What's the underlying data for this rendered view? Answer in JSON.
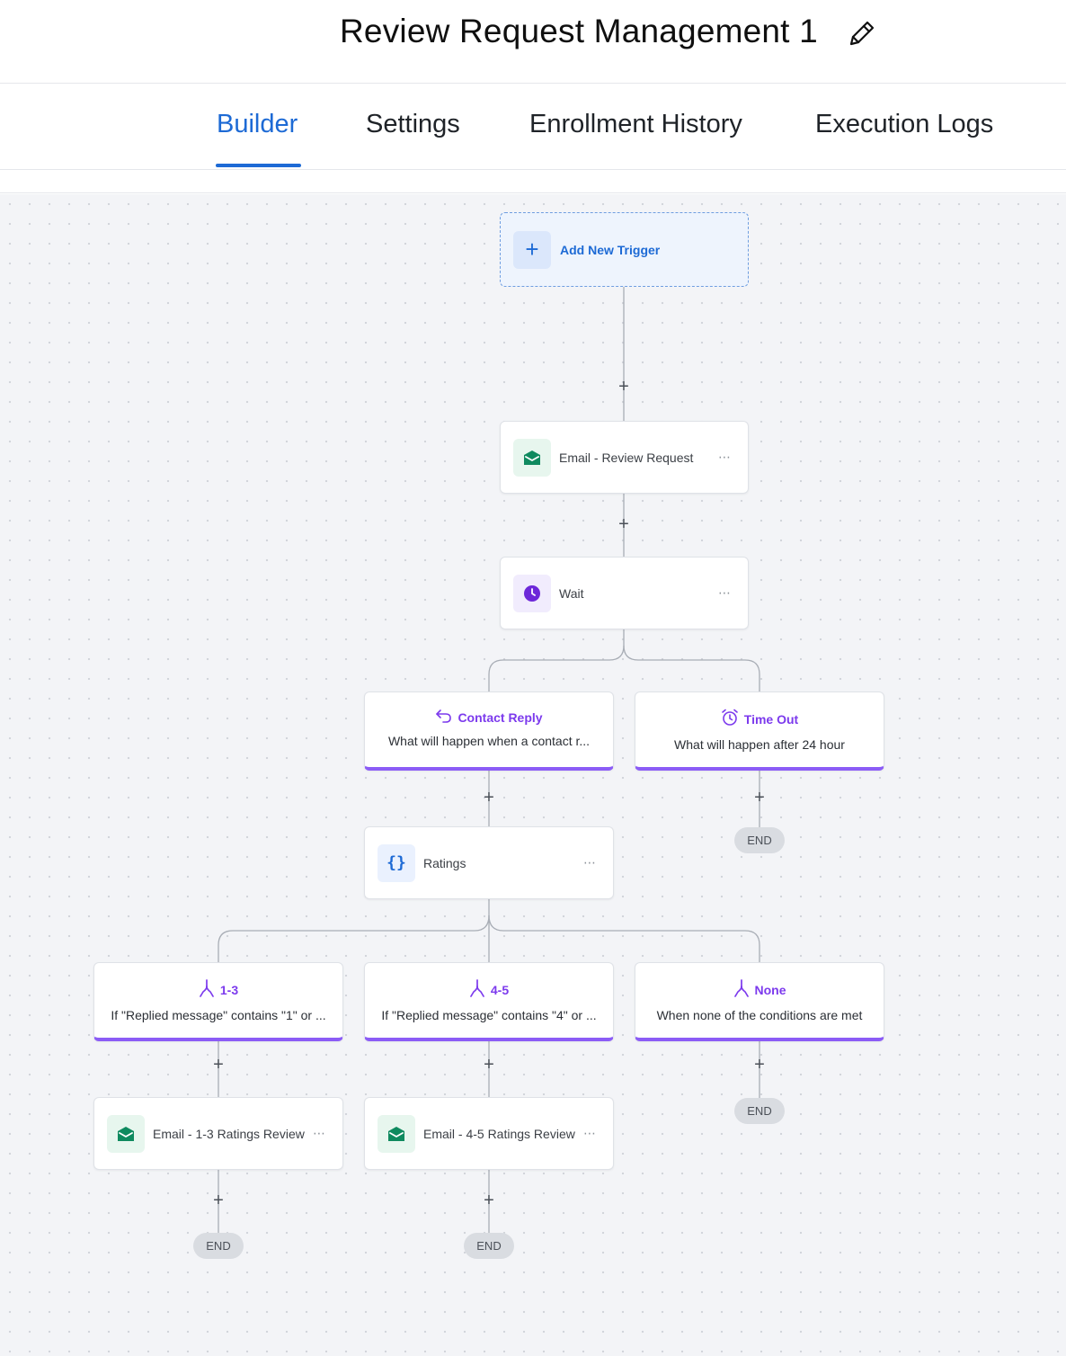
{
  "header": {
    "title": "Review Request Management 1",
    "edit_icon": "pencil-icon"
  },
  "tabs": [
    {
      "label": "Builder",
      "active": true
    },
    {
      "label": "Settings",
      "active": false
    },
    {
      "label": "Enrollment History",
      "active": false
    },
    {
      "label": "Execution Logs",
      "active": false
    }
  ],
  "workflow": {
    "trigger": {
      "label": "Add New Trigger",
      "icon": "plus-icon"
    },
    "email_review_request": {
      "label": "Email - Review Request",
      "icon": "envelope-icon",
      "more": "⋯"
    },
    "wait": {
      "label": "Wait",
      "icon": "clock-icon",
      "more": "⋯"
    },
    "branch_contact_reply": {
      "title": "Contact Reply",
      "description": "What will happen when a contact r...",
      "icon": "reply-icon"
    },
    "branch_time_out": {
      "title": "Time Out",
      "description": "What will happen after 24 hour",
      "icon": "alarm-clock-icon"
    },
    "ratings": {
      "label": "Ratings",
      "icon": "code-braces-icon",
      "icon_text": "{}",
      "more": "⋯"
    },
    "branch_1_3": {
      "title": "1-3",
      "description": "If \"Replied message\" contains \"1\" or ...",
      "icon": "branch-icon"
    },
    "branch_4_5": {
      "title": "4-5",
      "description": "If \"Replied message\" contains \"4\" or ...",
      "icon": "branch-icon"
    },
    "branch_none": {
      "title": "None",
      "description": "When none of the conditions are met",
      "icon": "branch-icon"
    },
    "email_1_3": {
      "label": "Email - 1-3 Ratings Review",
      "icon": "envelope-icon",
      "more": "⋯"
    },
    "email_4_5": {
      "label": "Email - 4-5 Ratings Review",
      "icon": "envelope-icon",
      "more": "⋯"
    },
    "end_label": "END",
    "plus_label": "+"
  },
  "colors": {
    "accent_blue": "#1d6ad5",
    "branch_purple": "#8b5cf6",
    "email_green": "#0f8a5f",
    "wait_purple": "#6d28d9"
  }
}
